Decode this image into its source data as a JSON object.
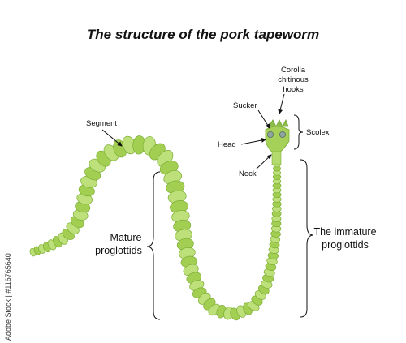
{
  "title": "The structure of the pork tapeworm",
  "labels": {
    "segment": "Segment",
    "sucker": "Sucker",
    "head": "Head",
    "neck": "Neck",
    "corolla_line1": "Corolla",
    "corolla_line2": "chitinous",
    "corolla_line3": "hooks",
    "scolex": "Scolex",
    "mature_line1": "Mature",
    "mature_line2": "proglottids",
    "immature_line1": "The immature",
    "immature_line2": "proglottids"
  },
  "side_text": "Adobe Stock | #116765640",
  "colors": {
    "body_light": "#bde07a",
    "body_mid": "#a2cf52",
    "body_dark": "#7cae34",
    "sucker": "#8fa6a0",
    "ink": "#111111"
  }
}
